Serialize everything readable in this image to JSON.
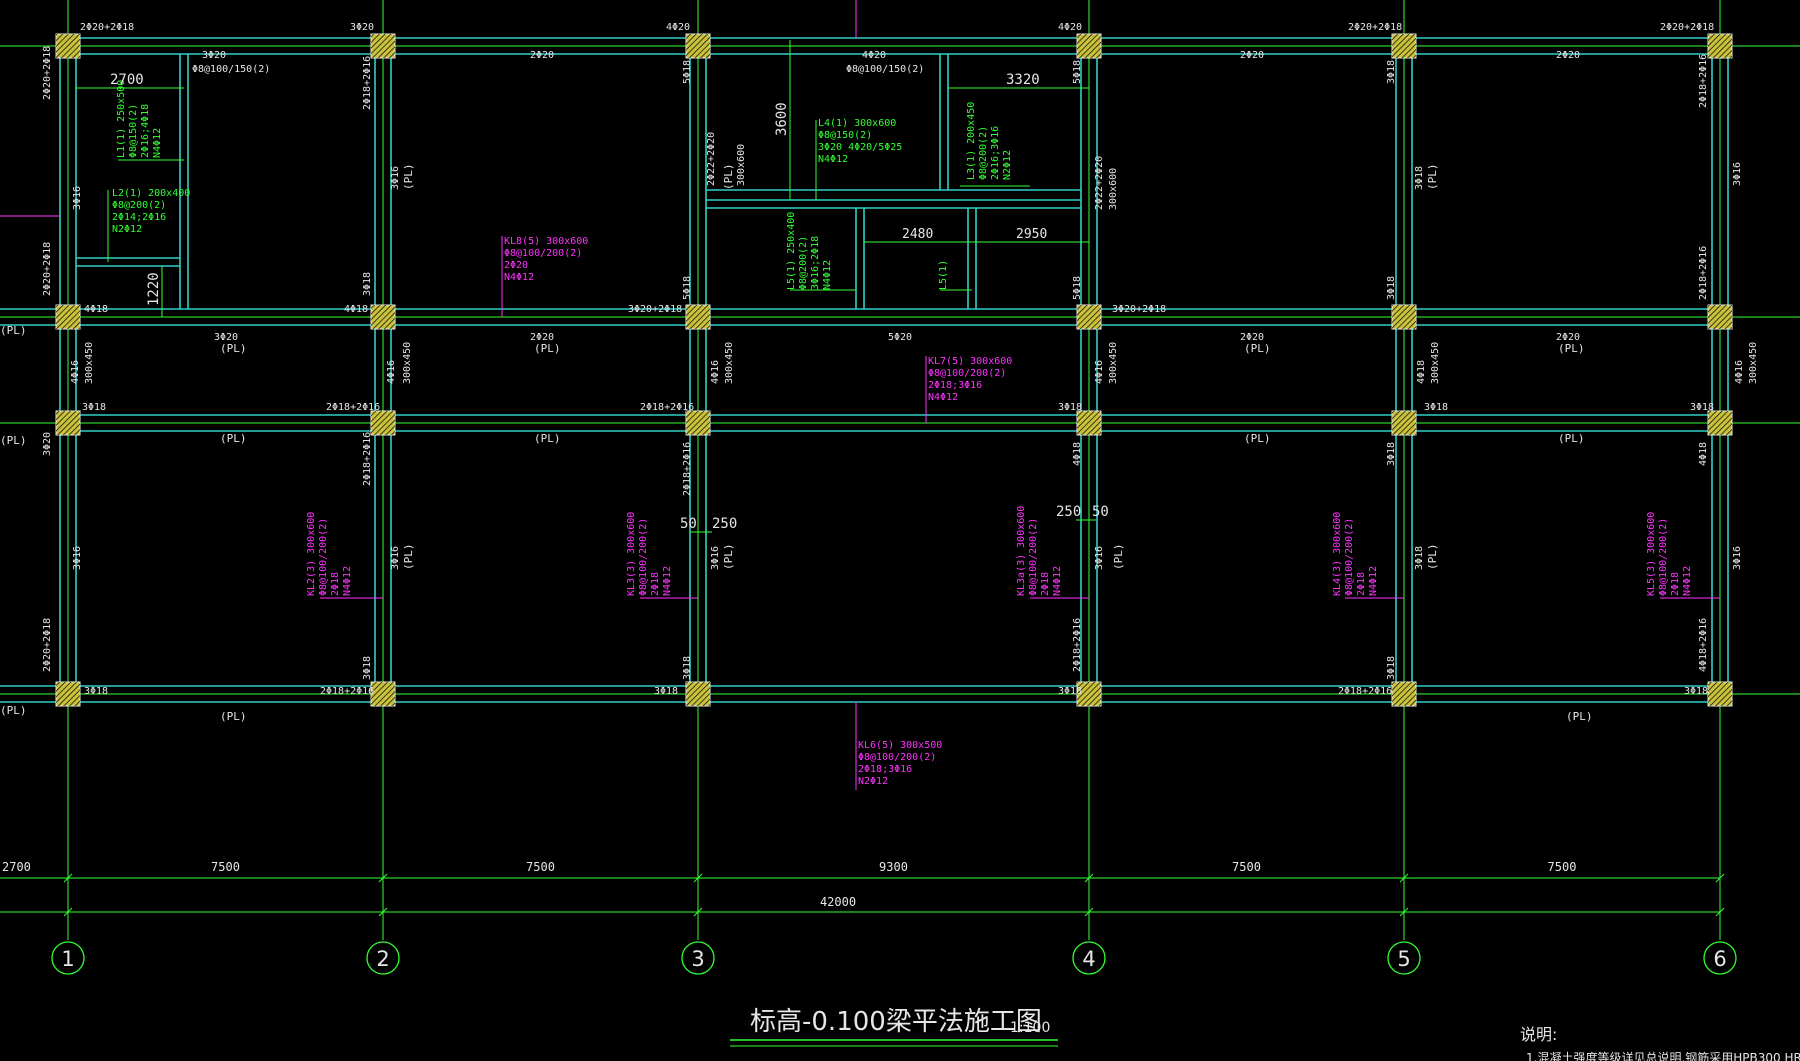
{
  "drawing": {
    "title": "标高-0.100梁平法施工图",
    "scale": "1:100",
    "notes_label": "说明:",
    "notes_text": "1.混凝土强度等级详见总说明,钢筋采用HPB300 HRB400"
  },
  "axes": [
    "1",
    "2",
    "3",
    "4",
    "5",
    "6"
  ],
  "dimensions": {
    "spans": [
      "7500",
      "7500",
      "9300",
      "7500",
      "7500"
    ],
    "left_span": "2700",
    "total": "42000"
  },
  "labels": {
    "beam_kl8": [
      "KL8(5) 300x600",
      "Φ8@100/200(2)",
      "2Φ20",
      "N4Φ12"
    ],
    "beam_kl7": [
      "KL7(5) 300x600",
      "Φ8@100/200(2)",
      "2Φ18;3Φ16",
      "N4Φ12"
    ],
    "beam_kl6": [
      "KL6(5) 300x500",
      "Φ8@100/200(2)",
      "2Φ18;3Φ16",
      "N2Φ12"
    ],
    "beam_l4": [
      "L4(1) 300x600",
      "Φ8@150(2)",
      "3Φ20 4Φ20/5Φ25",
      "N4Φ12"
    ],
    "beam_l3": [
      "L3(1) 200x450",
      "Φ8@200(2)",
      "2Φ16;3Φ16",
      "N2Φ12"
    ],
    "beam_l1": [
      "L1(1) 250x500",
      "Φ8@150(2)",
      "2Φ16;4Φ18",
      "N4Φ12"
    ],
    "beam_l2": [
      "L2(1) 200x400",
      "Φ8@200(2)",
      "2Φ14;2Φ16",
      "N2Φ12"
    ],
    "beam_l5": [
      "L5(1) 250x400",
      "Φ8@200(2)",
      "3Φ16;2Φ18",
      "N4Φ12"
    ],
    "beam_l5b": "L5(1)",
    "kl_vertical": [
      "KL2(3) 300x600",
      "KL3(3) 300x600",
      "KL3a(3) 300x600",
      "KL4(3) 300x600",
      "KL5(3) 300x600"
    ],
    "kl_stirrup": "Φ8@100/200(2)",
    "kl_top": "2Φ18",
    "kl_side": "N4Φ12",
    "dim_2700": "2700",
    "dim_3320": "3320",
    "dim_3600": "3600",
    "dim_1220": "1220",
    "dim_2480": "2480",
    "dim_2950": "2950",
    "dim_50a": "50",
    "dim_250a": "250",
    "dim_250b": "250",
    "dim_50b": "50",
    "pl": "(PL)",
    "sec_300x450": "300x450",
    "sec_300x600": "300x600",
    "reb_2Φ20+2Φ18": "2Φ20+2Φ18",
    "reb_3Φ20": "3Φ20",
    "reb_4Φ20": "4Φ20",
    "reb_2Φ20": "2Φ20",
    "reb_5Φ20": "5Φ20",
    "reb_4Φ18": "4Φ18",
    "reb_3Φ18": "3Φ18",
    "reb_3Φ16": "3Φ16",
    "reb_4Φ16": "4Φ16",
    "reb_5Φ18": "5Φ18",
    "reb_2Φ18+2Φ16": "2Φ18+2Φ16",
    "reb_3Φ20+2Φ18": "3Φ20+2Φ18",
    "reb_4Φ18+2Φ16": "4Φ18+2Φ16",
    "reb_2Φ22+2Φ20": "2Φ22+2Φ20",
    "reb_Φ8@100/150(2)": "Φ8@100/150(2)"
  },
  "colors": {
    "beam": "#2fd0c8",
    "axis": "#33ff33",
    "column_fill": "#c9c23a",
    "annotation_green": "#33ff33",
    "annotation_magenta": "#ff33ff",
    "text": "#e6e6e6"
  }
}
